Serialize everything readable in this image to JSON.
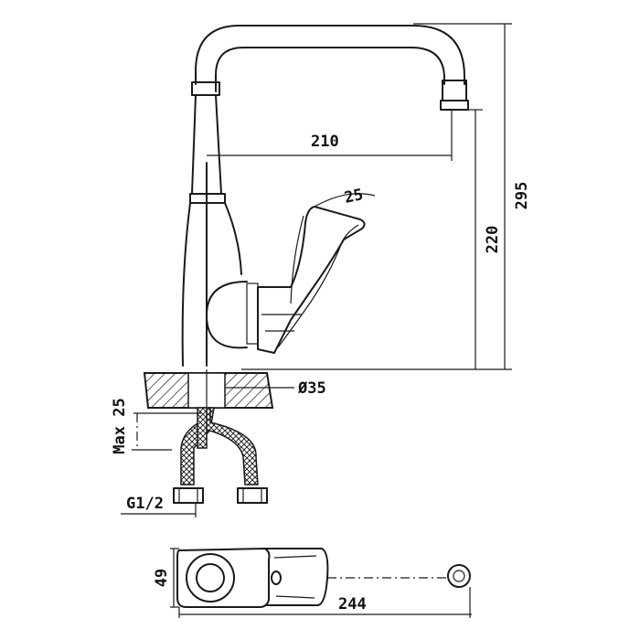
{
  "drawing": {
    "dimensions": {
      "spout_reach": "210",
      "lever_angle": "25",
      "spout_height": "220",
      "total_height": "295",
      "base_diameter": "Ø35",
      "hose_drop": "Max 25",
      "thread": "G1/2",
      "base_width": "49",
      "total_length": "244"
    }
  }
}
